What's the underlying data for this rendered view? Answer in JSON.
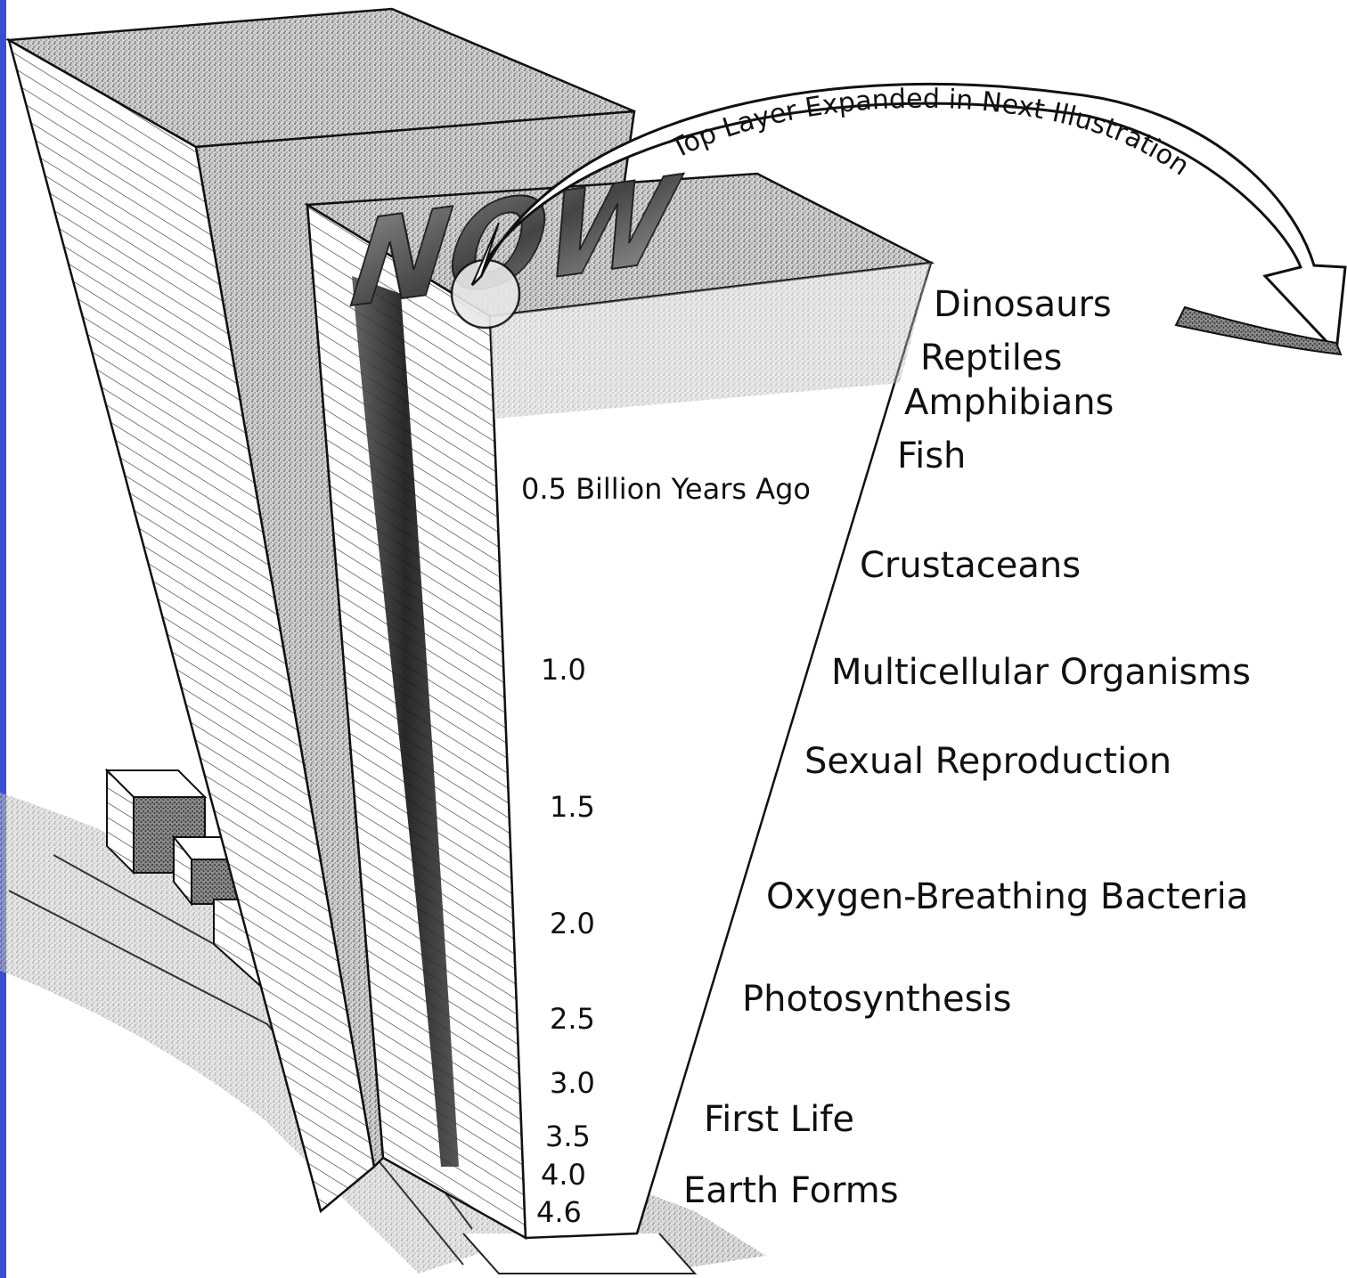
{
  "arrow_label": "Top Layer Expanded in Next Illustration",
  "top_label": "NOW",
  "events": [
    {
      "id": "dinosaurs",
      "label": "Dinosaurs"
    },
    {
      "id": "reptiles",
      "label": "Reptiles"
    },
    {
      "id": "amphibians",
      "label": "Amphibians"
    },
    {
      "id": "fish",
      "label": "Fish"
    },
    {
      "id": "crustaceans",
      "label": "Crustaceans"
    },
    {
      "id": "multicellular",
      "label": "Multicellular Organisms"
    },
    {
      "id": "sexual",
      "label": "Sexual Reproduction"
    },
    {
      "id": "oxygen",
      "label": "Oxygen-Breathing Bacteria"
    },
    {
      "id": "photosynthesis",
      "label": "Photosynthesis"
    },
    {
      "id": "first-life",
      "label": "First Life"
    },
    {
      "id": "earth-forms",
      "label": "Earth Forms"
    }
  ],
  "years": [
    {
      "id": "0-5",
      "label": "0.5 Billion Years Ago"
    },
    {
      "id": "1-0",
      "label": "1.0"
    },
    {
      "id": "1-5",
      "label": "1.5"
    },
    {
      "id": "2-0",
      "label": "2.0"
    },
    {
      "id": "2-5",
      "label": "2.5"
    },
    {
      "id": "3-0",
      "label": "3.0"
    },
    {
      "id": "3-5",
      "label": "3.5"
    },
    {
      "id": "4-0",
      "label": "4.0"
    },
    {
      "id": "4-6",
      "label": "4.6"
    }
  ],
  "colors": {
    "accent": "#3a4fd0",
    "ink": "#111111",
    "stipple": "#6b6b6b"
  }
}
